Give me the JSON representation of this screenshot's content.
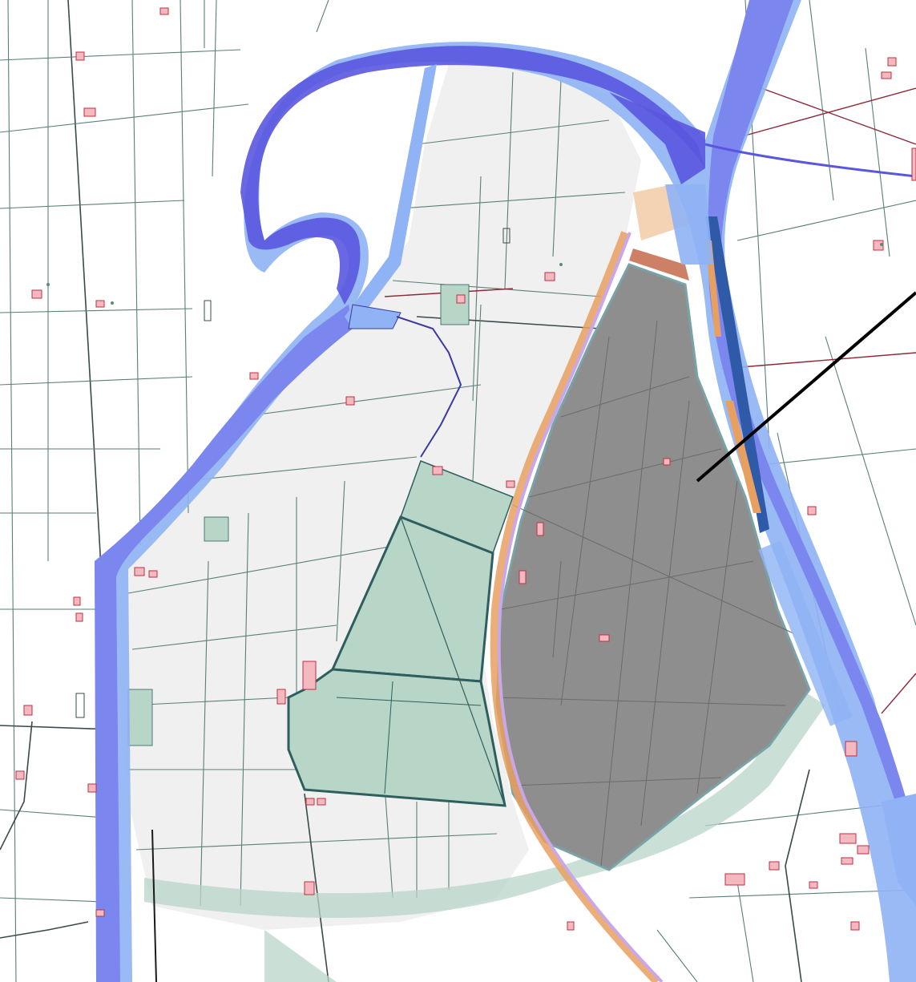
{
  "map": {
    "colors": {
      "background": "#ffffff",
      "parcel_fill": "#f0f0f0",
      "parcel_line": "#5a7f78",
      "river_dark": "#5a56e0",
      "river_light": "#8fb3f5",
      "river_mid": "#7b86ee",
      "highlight_gray": "#8e8e8e",
      "highlight_border": "#7aa3a8",
      "green_zone": "#b8d6c8",
      "green_zone_line": "#2e5e5e",
      "road_orange": "#e8a060",
      "road_lilac": "#c8a8e8",
      "boundary_red": "#8a2a3a",
      "building_fill": "#f4b8c0",
      "building_line": "#c03040",
      "pointer_line": "#000000"
    },
    "layers": [
      {
        "name": "parcels"
      },
      {
        "name": "river"
      },
      {
        "name": "highlighted-area"
      },
      {
        "name": "green-zones"
      },
      {
        "name": "buildings"
      },
      {
        "name": "leader-line"
      }
    ]
  }
}
